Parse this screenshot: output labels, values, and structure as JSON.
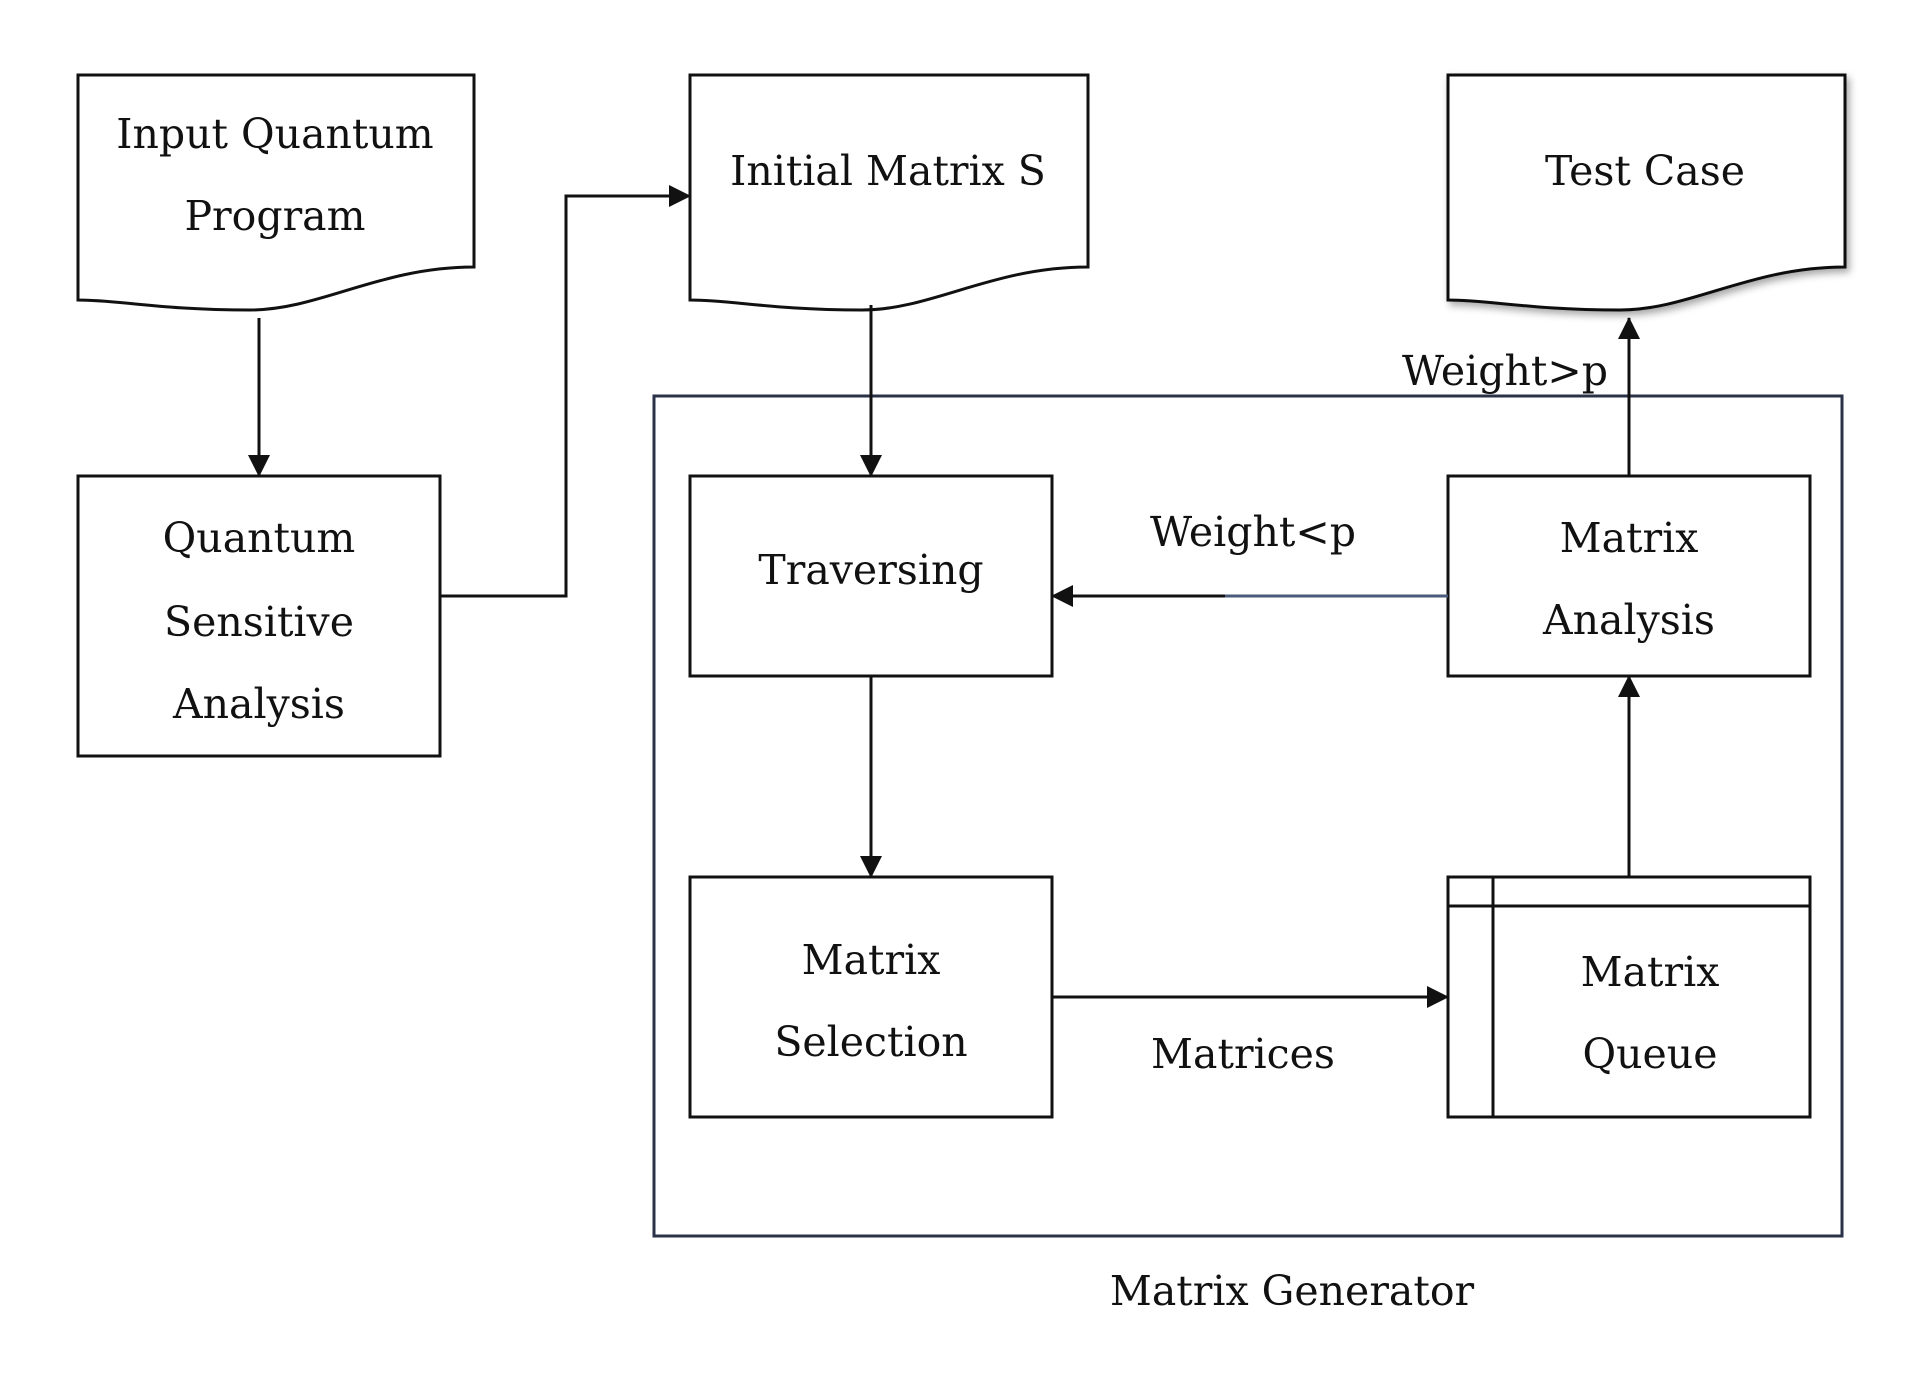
{
  "nodes": {
    "input_program": [
      "Input Quantum",
      "Program"
    ],
    "initial_matrix": [
      "Initial Matrix S"
    ],
    "test_case": [
      "Test Case"
    ],
    "sensitive_analysis": [
      "Quantum",
      "Sensitive",
      "Analysis"
    ],
    "traversing": [
      "Traversing"
    ],
    "matrix_analysis": [
      "Matrix",
      "Analysis"
    ],
    "matrix_selection": [
      "Matrix",
      "Selection"
    ],
    "matrix_queue": [
      "Matrix",
      "Queue"
    ]
  },
  "edges": {
    "weight_gt": "Weight>p",
    "weight_lt": "Weight<p",
    "matrices": "Matrices"
  },
  "container_label": "Matrix Generator"
}
